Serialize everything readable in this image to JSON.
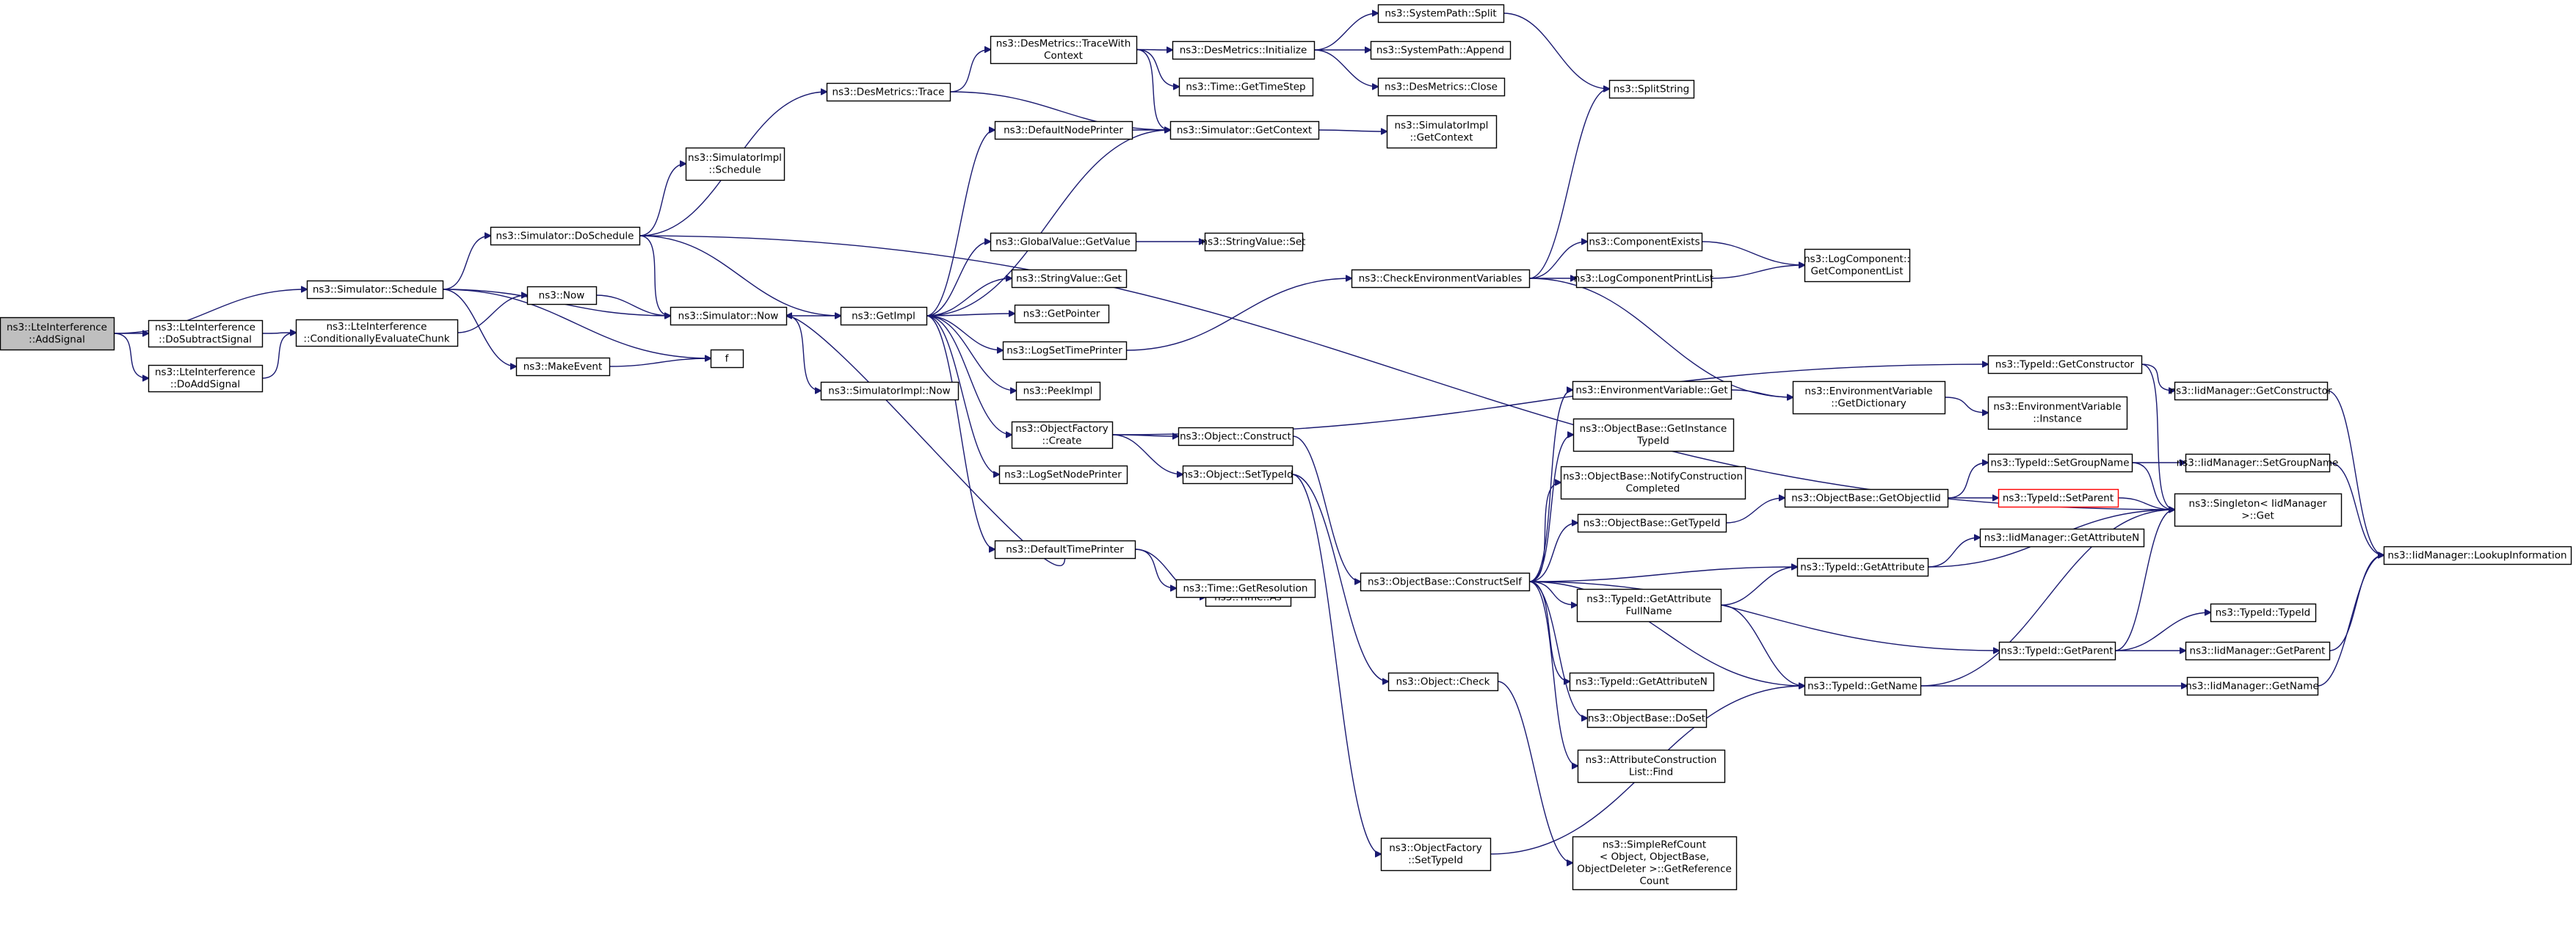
{
  "nodes": [
    {
      "id": "n0",
      "lines": [
        "ns3::LteInterference",
        "::AddSignal"
      ],
      "style": "root"
    },
    {
      "id": "n1",
      "lines": [
        "ns3::Simulator::Schedule"
      ]
    },
    {
      "id": "n2",
      "lines": [
        "ns3::LteInterference",
        "::DoSubtractSignal"
      ]
    },
    {
      "id": "n3",
      "lines": [
        "ns3::LteInterference",
        "::DoAddSignal"
      ]
    },
    {
      "id": "n4",
      "lines": [
        "ns3::Simulator::DoSchedule"
      ]
    },
    {
      "id": "n5",
      "lines": [
        "ns3::Now"
      ]
    },
    {
      "id": "n6",
      "lines": [
        "ns3::MakeEvent"
      ]
    },
    {
      "id": "n7",
      "lines": [
        "f"
      ]
    },
    {
      "id": "n8",
      "lines": [
        "ns3::LteInterference",
        "::ConditionallyEvaluateChunk"
      ]
    },
    {
      "id": "n9",
      "lines": [
        "ns3::DesMetrics::Trace"
      ]
    },
    {
      "id": "n10",
      "lines": [
        "ns3::SimulatorImpl",
        "::Schedule"
      ]
    },
    {
      "id": "n11",
      "lines": [
        "ns3::Simulator::Now"
      ]
    },
    {
      "id": "n12",
      "lines": [
        "ns3::GetImpl"
      ]
    },
    {
      "id": "n13",
      "lines": [
        "ns3::SimulatorImpl::Now"
      ]
    },
    {
      "id": "n14",
      "lines": [
        "ns3::DesMetrics::TraceWith",
        "Context"
      ]
    },
    {
      "id": "n15",
      "lines": [
        "ns3::DefaultNodePrinter"
      ]
    },
    {
      "id": "n16",
      "lines": [
        "ns3::GlobalValue::GetValue"
      ]
    },
    {
      "id": "n17",
      "lines": [
        "ns3::StringValue::Get"
      ]
    },
    {
      "id": "n18",
      "lines": [
        "ns3::GetPointer"
      ]
    },
    {
      "id": "n19",
      "lines": [
        "ns3::LogSetTimePrinter"
      ]
    },
    {
      "id": "n20",
      "lines": [
        "ns3::PeekImpl"
      ]
    },
    {
      "id": "n21",
      "lines": [
        "ns3::ObjectFactory",
        "::Create"
      ]
    },
    {
      "id": "n22",
      "lines": [
        "ns3::LogSetNodePrinter"
      ]
    },
    {
      "id": "n23",
      "lines": [
        "ns3::DefaultTimePrinter"
      ]
    },
    {
      "id": "n24",
      "lines": [
        "ns3::DesMetrics::Initialize"
      ]
    },
    {
      "id": "n25",
      "lines": [
        "ns3::Time::GetTimeStep"
      ]
    },
    {
      "id": "n26",
      "lines": [
        "ns3::Simulator::GetContext"
      ]
    },
    {
      "id": "n27",
      "lines": [
        "ns3::StringValue::Set"
      ]
    },
    {
      "id": "n28",
      "lines": [
        "ns3::Object::Construct"
      ]
    },
    {
      "id": "n29",
      "lines": [
        "ns3::Object::SetTypeId"
      ]
    },
    {
      "id": "n30",
      "lines": [
        "ns3::Time::As"
      ]
    },
    {
      "id": "n31",
      "lines": [
        "ns3::Time::GetResolution"
      ]
    },
    {
      "id": "n32",
      "lines": [
        "ns3::SystemPath::Split"
      ]
    },
    {
      "id": "n33",
      "lines": [
        "ns3::SystemPath::Append"
      ]
    },
    {
      "id": "n34",
      "lines": [
        "ns3::DesMetrics::Close"
      ]
    },
    {
      "id": "n35",
      "lines": [
        "ns3::SimulatorImpl",
        "::GetContext"
      ]
    },
    {
      "id": "n36",
      "lines": [
        "ns3::CheckEnvironmentVariables"
      ]
    },
    {
      "id": "n37",
      "lines": [
        "ns3::ObjectBase::ConstructSelf"
      ]
    },
    {
      "id": "n38",
      "lines": [
        "ns3::Object::Check"
      ]
    },
    {
      "id": "n39",
      "lines": [
        "ns3::ObjectFactory",
        "::SetTypeId"
      ]
    },
    {
      "id": "n40",
      "lines": [
        "ns3::SplitString"
      ]
    },
    {
      "id": "n41",
      "lines": [
        "ns3::ComponentExists"
      ]
    },
    {
      "id": "n42",
      "lines": [
        "ns3::LogComponentPrintList"
      ]
    },
    {
      "id": "n43",
      "lines": [
        "ns3::EnvironmentVariable::Get"
      ]
    },
    {
      "id": "n44",
      "lines": [
        "ns3::ObjectBase::GetInstance",
        "TypeId"
      ]
    },
    {
      "id": "n45",
      "lines": [
        "ns3::ObjectBase::NotifyConstruction",
        "Completed"
      ]
    },
    {
      "id": "n46",
      "lines": [
        "ns3::ObjectBase::GetTypeId"
      ]
    },
    {
      "id": "n47",
      "lines": [
        "ns3::TypeId::GetAttribute",
        "FullName"
      ]
    },
    {
      "id": "n48",
      "lines": [
        "ns3::TypeId::GetAttributeN"
      ]
    },
    {
      "id": "n49",
      "lines": [
        "ns3::ObjectBase::DoSet"
      ]
    },
    {
      "id": "n50",
      "lines": [
        "ns3::AttributeConstruction",
        "List::Find"
      ]
    },
    {
      "id": "n51",
      "lines": [
        "ns3::SimpleRefCount",
        "< Object, ObjectBase,",
        "ObjectDeleter >::GetReference",
        "Count"
      ]
    },
    {
      "id": "n52",
      "lines": [
        "ns3::LogComponent::",
        "GetComponentList"
      ]
    },
    {
      "id": "n53",
      "lines": [
        "ns3::EnvironmentVariable",
        "::GetDictionary"
      ]
    },
    {
      "id": "n54",
      "lines": [
        "ns3::ObjectBase::GetObjectIid"
      ]
    },
    {
      "id": "n55",
      "lines": [
        "ns3::TypeId::GetAttribute"
      ]
    },
    {
      "id": "n56",
      "lines": [
        "ns3::TypeId::GetName"
      ]
    },
    {
      "id": "n57",
      "lines": [
        "ns3::TypeId::GetConstructor"
      ]
    },
    {
      "id": "n58",
      "lines": [
        "ns3::EnvironmentVariable",
        "::Instance"
      ]
    },
    {
      "id": "n59",
      "lines": [
        "ns3::TypeId::SetGroupName"
      ]
    },
    {
      "id": "n60",
      "lines": [
        "ns3::TypeId::SetParent"
      ],
      "style": "red"
    },
    {
      "id": "n61",
      "lines": [
        "ns3::IidManager::GetAttributeN"
      ]
    },
    {
      "id": "n62",
      "lines": [
        "ns3::TypeId::GetParent"
      ]
    },
    {
      "id": "n63",
      "lines": [
        "ns3::IidManager::GetConstructor"
      ]
    },
    {
      "id": "n64",
      "lines": [
        "ns3::IidManager::SetGroupName"
      ]
    },
    {
      "id": "n65",
      "lines": [
        "ns3::Singleton< IidManager",
        " >::Get"
      ]
    },
    {
      "id": "n66",
      "lines": [
        "ns3::TypeId::TypeId"
      ]
    },
    {
      "id": "n67",
      "lines": [
        "ns3::IidManager::GetParent"
      ]
    },
    {
      "id": "n68",
      "lines": [
        "ns3::IidManager::GetName"
      ]
    },
    {
      "id": "n69",
      "lines": [
        "ns3::IidManager::LookupInformation"
      ]
    }
  ],
  "edges": [
    [
      "n0",
      "n1"
    ],
    [
      "n0",
      "n2"
    ],
    [
      "n0",
      "n3"
    ],
    [
      "n1",
      "n4"
    ],
    [
      "n1",
      "n6"
    ],
    [
      "n1",
      "n7"
    ],
    [
      "n1",
      "n11"
    ],
    [
      "n2",
      "n8"
    ],
    [
      "n3",
      "n8"
    ],
    [
      "n8",
      "n5"
    ],
    [
      "n5",
      "n11"
    ],
    [
      "n6",
      "n7"
    ],
    [
      "n4",
      "n9"
    ],
    [
      "n4",
      "n10"
    ],
    [
      "n4",
      "n11"
    ],
    [
      "n4",
      "n12"
    ],
    [
      "n4",
      "n65"
    ],
    [
      "n9",
      "n14"
    ],
    [
      "n9",
      "n26"
    ],
    [
      "n11",
      "n12"
    ],
    [
      "n11",
      "n13"
    ],
    [
      "n12",
      "n15"
    ],
    [
      "n12",
      "n16"
    ],
    [
      "n12",
      "n17"
    ],
    [
      "n12",
      "n18"
    ],
    [
      "n12",
      "n19"
    ],
    [
      "n12",
      "n20"
    ],
    [
      "n12",
      "n21"
    ],
    [
      "n12",
      "n22"
    ],
    [
      "n12",
      "n23"
    ],
    [
      "n12",
      "n26"
    ],
    [
      "n14",
      "n24"
    ],
    [
      "n14",
      "n25"
    ],
    [
      "n14",
      "n26"
    ],
    [
      "n15",
      "n26"
    ],
    [
      "n16",
      "n27"
    ],
    [
      "n19",
      "n36"
    ],
    [
      "n21",
      "n28"
    ],
    [
      "n21",
      "n29"
    ],
    [
      "n21",
      "n57"
    ],
    [
      "n23",
      "n30"
    ],
    [
      "n23",
      "n31"
    ],
    [
      "n23",
      "n11"
    ],
    [
      "n24",
      "n32"
    ],
    [
      "n24",
      "n33"
    ],
    [
      "n24",
      "n34"
    ],
    [
      "n26",
      "n35"
    ],
    [
      "n32",
      "n40"
    ],
    [
      "n28",
      "n37"
    ],
    [
      "n29",
      "n38"
    ],
    [
      "n29",
      "n39"
    ],
    [
      "n36",
      "n40"
    ],
    [
      "n36",
      "n41"
    ],
    [
      "n36",
      "n42"
    ],
    [
      "n36",
      "n53"
    ],
    [
      "n37",
      "n43"
    ],
    [
      "n37",
      "n44"
    ],
    [
      "n37",
      "n45"
    ],
    [
      "n37",
      "n46"
    ],
    [
      "n37",
      "n47"
    ],
    [
      "n37",
      "n48"
    ],
    [
      "n37",
      "n49"
    ],
    [
      "n37",
      "n50"
    ],
    [
      "n37",
      "n55"
    ],
    [
      "n37",
      "n56"
    ],
    [
      "n37",
      "n62"
    ],
    [
      "n38",
      "n51"
    ],
    [
      "n39",
      "n56"
    ],
    [
      "n41",
      "n52"
    ],
    [
      "n42",
      "n52"
    ],
    [
      "n43",
      "n53"
    ],
    [
      "n53",
      "n58"
    ],
    [
      "n46",
      "n54"
    ],
    [
      "n47",
      "n55"
    ],
    [
      "n47",
      "n56"
    ],
    [
      "n54",
      "n59"
    ],
    [
      "n54",
      "n60"
    ],
    [
      "n55",
      "n61"
    ],
    [
      "n55",
      "n65"
    ],
    [
      "n56",
      "n68"
    ],
    [
      "n56",
      "n65"
    ],
    [
      "n57",
      "n63"
    ],
    [
      "n57",
      "n65"
    ],
    [
      "n59",
      "n64"
    ],
    [
      "n59",
      "n65"
    ],
    [
      "n60",
      "n65"
    ],
    [
      "n62",
      "n66"
    ],
    [
      "n62",
      "n67"
    ],
    [
      "n62",
      "n65"
    ],
    [
      "n63",
      "n69"
    ],
    [
      "n64",
      "n69"
    ],
    [
      "n67",
      "n69"
    ],
    [
      "n68",
      "n69"
    ]
  ]
}
